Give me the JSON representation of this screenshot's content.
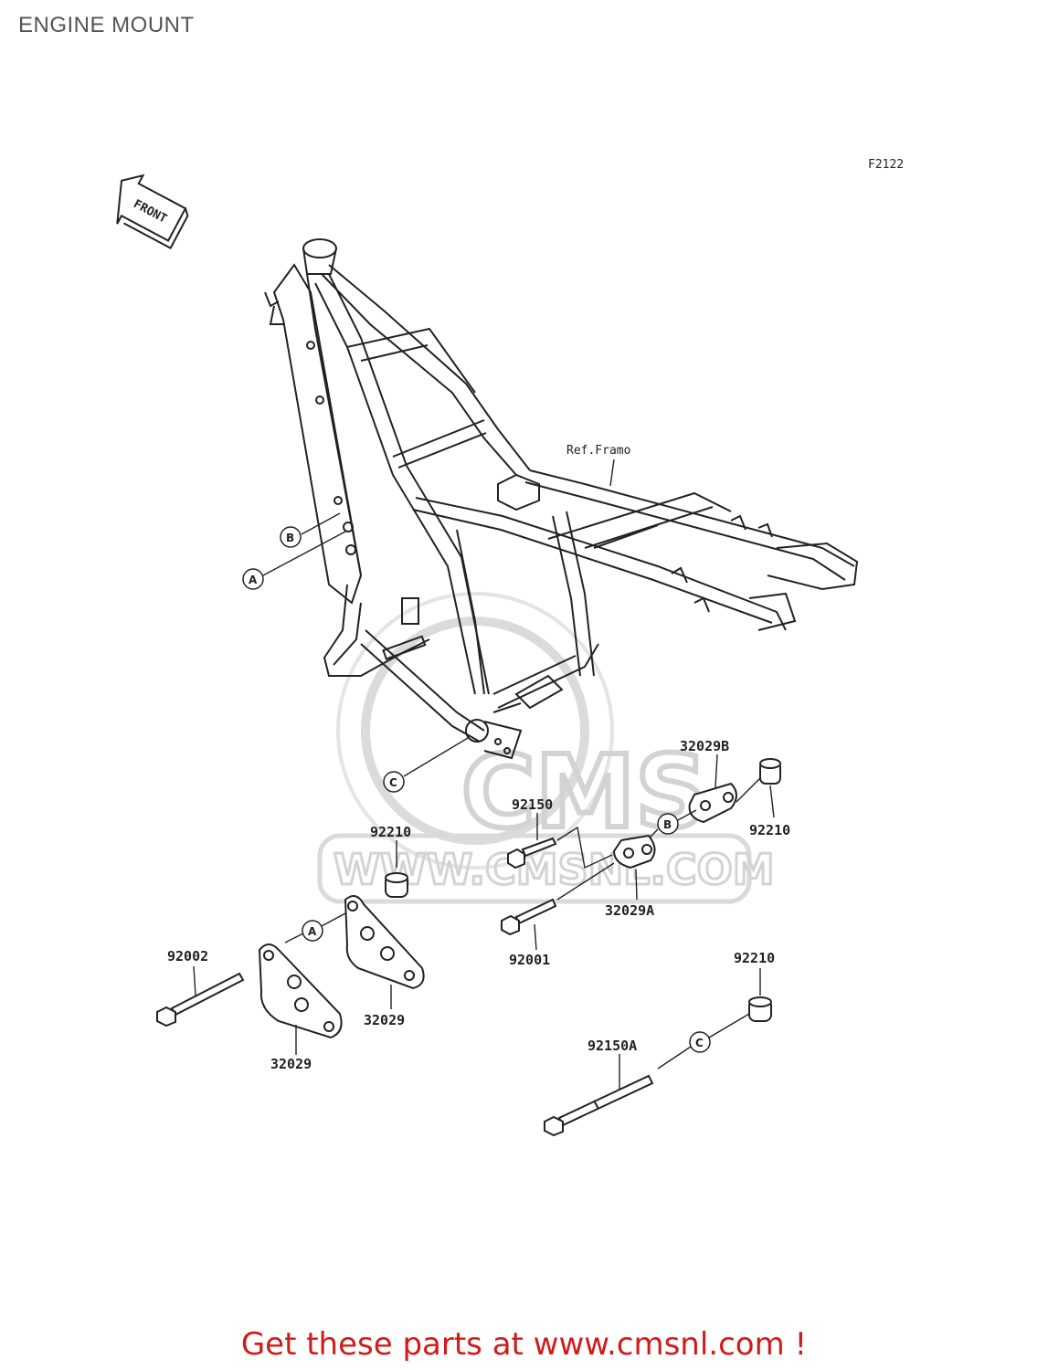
{
  "title": "ENGINE MOUNT",
  "figure_code": "F2122",
  "front_label": "FRONT",
  "watermark": {
    "logo": "CMS",
    "url": "WWW.CMSNL.COM"
  },
  "frame_label": "Ref.Framo",
  "markers": {
    "a": "A",
    "b": "B",
    "c": "C"
  },
  "parts": {
    "p32029b": "32029B",
    "p92210_top": "92210",
    "p92150": "92150",
    "p92210_left": "92210",
    "p32029a": "32029A",
    "p92001": "92001",
    "p92002": "92002",
    "p32029_right": "32029",
    "p32029_left": "32029",
    "p92210_bottom": "92210",
    "p92150a": "92150A"
  },
  "banner": "Get these parts at www.cmsnl.com !"
}
